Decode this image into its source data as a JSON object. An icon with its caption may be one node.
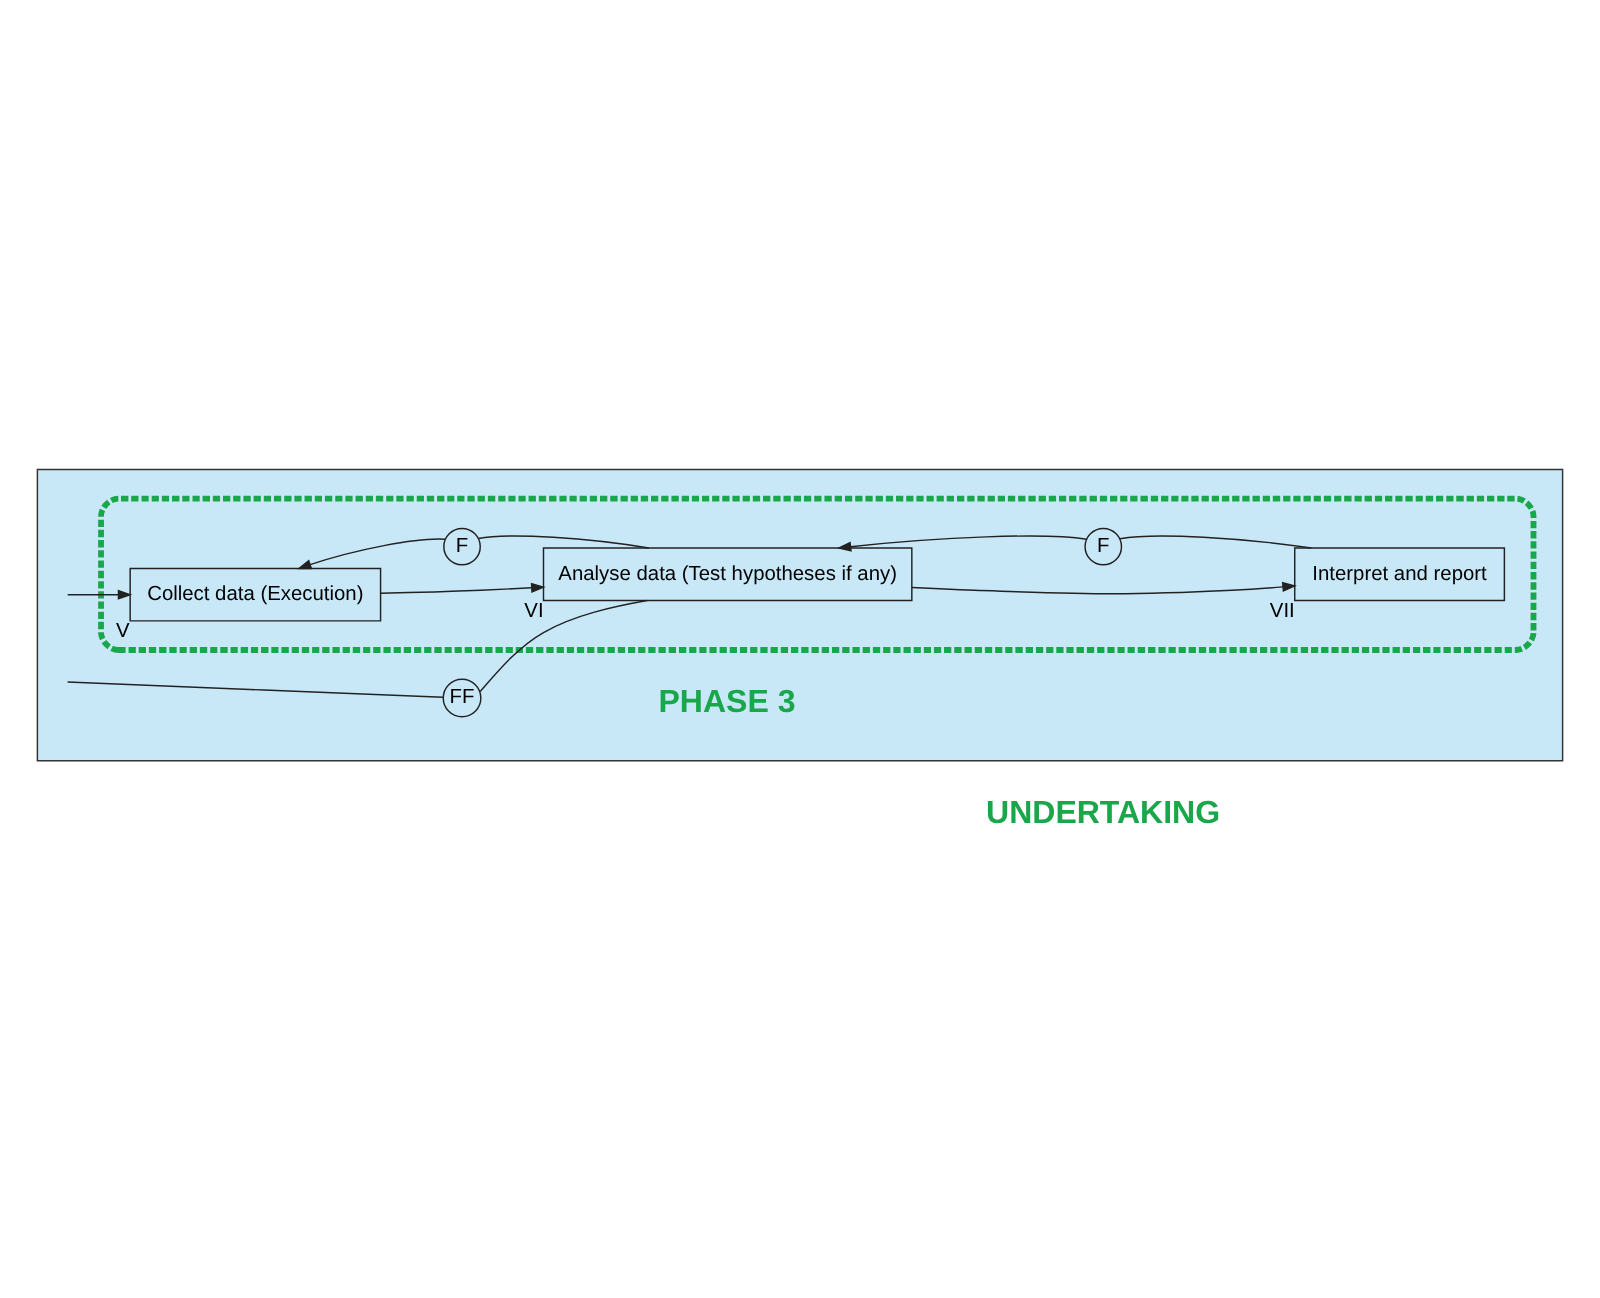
{
  "diagram": {
    "nodes": [
      {
        "text": [],
        "shape": "box"
      },
      {
        "text": [],
        "shape": "box",
        "in": 0
      },
      {
        "text": [
          "Collect data (Execution)"
        ],
        "beside": [
          "V"
        ],
        "in": 1
      },
      {
        "text": [
          "Analyse data (Test hypotheses if any)"
        ],
        "beside": [
          "VI"
        ],
        "in": 1
      },
      {
        "text": [
          "Interpret and report"
        ],
        "beside": [
          "VII"
        ],
        "in": 1
      },
      {
        "text": [
          "F"
        ],
        "in": 1
      },
      {
        "text": [
          "F"
        ],
        "in": 1
      },
      {
        "text": [
          "FF"
        ],
        "in": 0
      }
    ],
    "edges": [
      {
        "from": null,
        "to": 2,
        "arrow": "to"
      },
      {
        "from": 2,
        "to": 3,
        "arrow": "to"
      },
      {
        "from": 3,
        "to": 5,
        "arrow": "none"
      },
      {
        "from": 5,
        "to": 2,
        "arrow": "to"
      },
      {
        "from": 3,
        "to": 4,
        "arrow": "to"
      },
      {
        "from": 4,
        "to": 6,
        "arrow": "none"
      },
      {
        "from": 6,
        "to": 3,
        "arrow": "to"
      },
      {
        "from": 3,
        "to": 7,
        "arrow": "none"
      },
      {
        "from": 7,
        "to": null,
        "arrow": "none"
      }
    ],
    "labels": [
      "PHASE 3",
      "UNDERTAKING"
    ]
  }
}
